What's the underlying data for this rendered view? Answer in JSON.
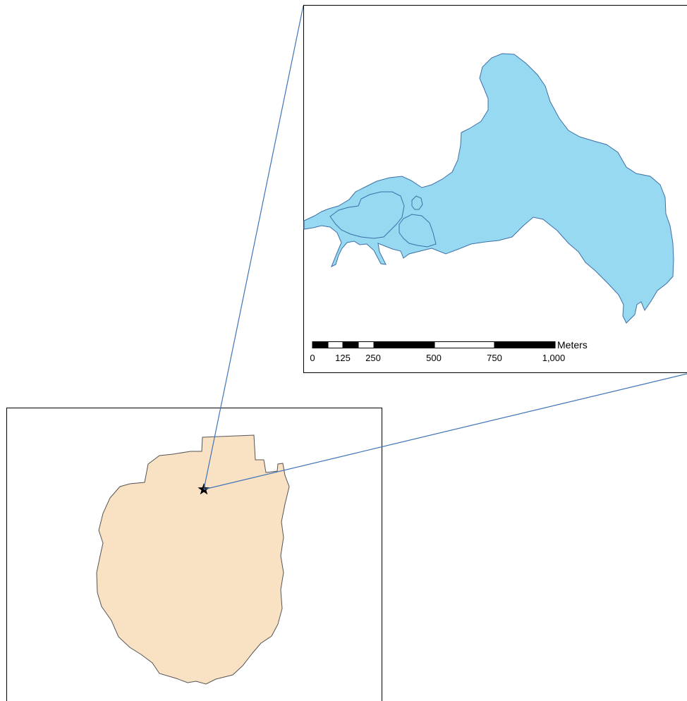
{
  "colors": {
    "lake_fill": "#97d9f0",
    "lake_outline": "#3c6fa8",
    "region_fill": "#f9e1c3",
    "region_outline": "#555555",
    "leader_line": "#3f74b8",
    "frame": "#000000",
    "scale_dark": "#000000",
    "scale_light": "#ffffff"
  },
  "locator_map": {
    "marker": "star-icon"
  },
  "inset_map": {
    "scale_bar": {
      "units": "Meters",
      "tick_labels": [
        "0",
        "125",
        "250",
        "500",
        "750",
        "1,000"
      ]
    }
  }
}
